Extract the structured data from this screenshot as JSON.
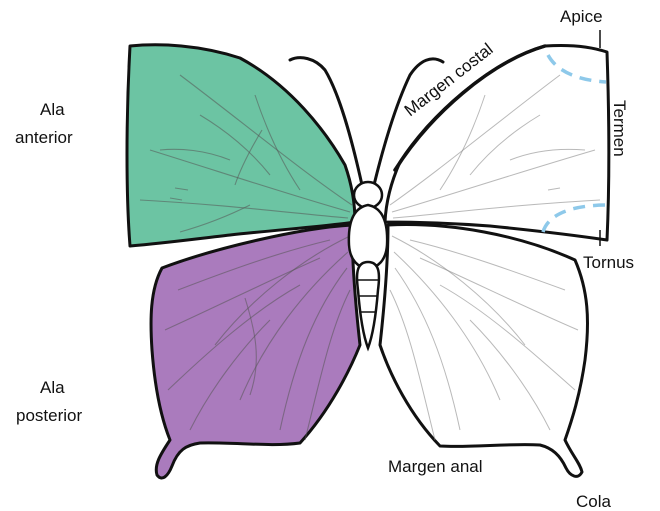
{
  "labels": {
    "forewing": [
      "Ala",
      "anterior"
    ],
    "hindwing": [
      "Ala",
      "posterior"
    ],
    "costal_margin": "Margen costal",
    "apex": "Apice",
    "termen": "Termen",
    "tornus": "Tornus",
    "anal_margin": "Margen anal",
    "tail": "Cola"
  },
  "colors": {
    "forewing_fill": "#6cc4a3",
    "hindwing_fill": "#aa7bbd",
    "outline": "#111111",
    "dash_marker": "#8ec9ea",
    "unshaded_wing": "#ffffff"
  }
}
